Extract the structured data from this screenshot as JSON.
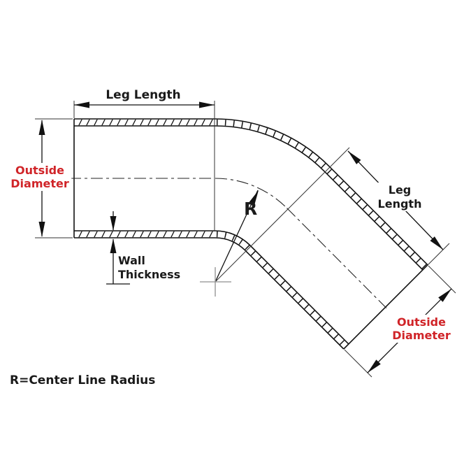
{
  "labels": {
    "leg_length_top": "Leg Length",
    "outside_diameter_left": {
      "line1": "Outside",
      "line2": "Diameter"
    },
    "wall_thickness": {
      "line1": "Wall",
      "line2": "Thickness"
    },
    "radius_symbol": "R",
    "leg_length_diagonal": {
      "line1": "Leg",
      "line2": "Length"
    },
    "outside_diameter_right": {
      "line1": "Outside",
      "line2": "Diameter"
    },
    "radius_note": "R=Center Line Radius"
  },
  "colors": {
    "highlight_red": "#d02428",
    "line_black": "#111111",
    "center_mark_gray": "#8f8f8f"
  }
}
